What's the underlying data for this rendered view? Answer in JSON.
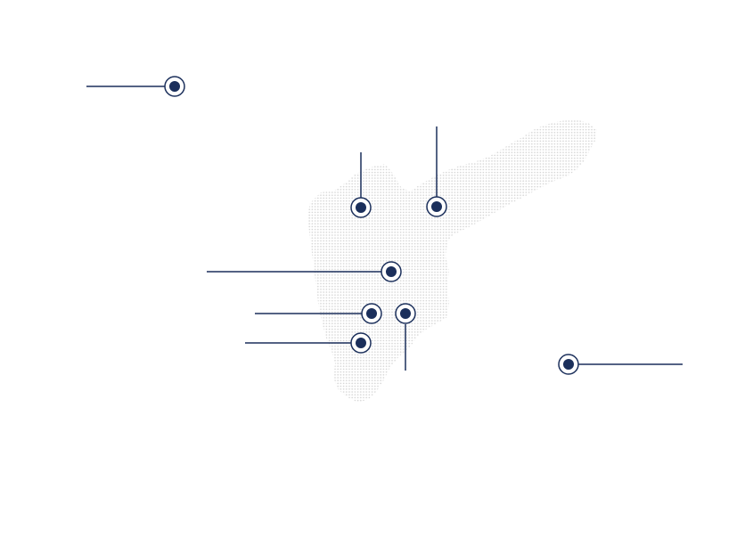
{
  "colors": {
    "background": "#ffffff",
    "region_dots": "#d9d9d9",
    "marker": "#1b2f5b",
    "leader_line": "#1b2f5b"
  },
  "map": {
    "style": "dotted region silhouette",
    "markers": [
      {
        "id": "marker-1",
        "leader": "left"
      },
      {
        "id": "marker-2",
        "leader": "up"
      },
      {
        "id": "marker-3",
        "leader": "up"
      },
      {
        "id": "marker-4",
        "leader": "left"
      },
      {
        "id": "marker-5",
        "leader": "left"
      },
      {
        "id": "marker-6",
        "leader": "down"
      },
      {
        "id": "marker-7",
        "leader": "left"
      },
      {
        "id": "marker-8",
        "leader": "right"
      }
    ]
  }
}
